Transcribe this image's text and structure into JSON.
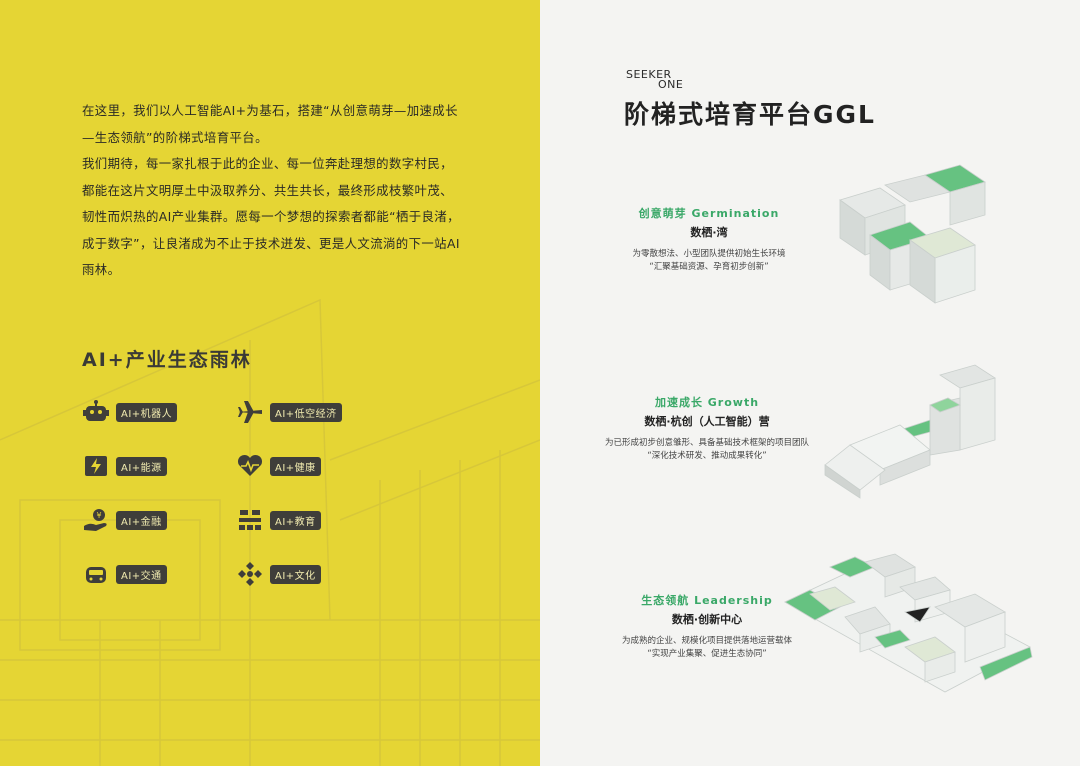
{
  "left": {
    "intro": [
      "在这里，我们以人工智能AI+为基石，搭建“从创意萌芽—加速成长—生态领航”的阶梯式培育平台。",
      "我们期待，每一家扎根于此的企业、每一位奔赴理想的数字村民，都能在这片文明厚土中汲取养分、共生共长，最终形成枝繁叶茂、韧性而炽热的AI产业集群。愿每一个梦想的探索者都能“栖于良渚，成于数字”，让良渚成为不止于技术迸发、更是人文流淌的下一站AI雨林。"
    ],
    "section_title": "AI+产业生态雨林",
    "industries": [
      {
        "label": "AI+机器人",
        "icon": "robot-icon"
      },
      {
        "label": "AI+低空经济",
        "icon": "airplane-icon"
      },
      {
        "label": "AI+能源",
        "icon": "energy-icon"
      },
      {
        "label": "AI+健康",
        "icon": "health-icon"
      },
      {
        "label": "AI+金融",
        "icon": "finance-icon"
      },
      {
        "label": "AI+教育",
        "icon": "education-icon"
      },
      {
        "label": "AI+交通",
        "icon": "car-icon"
      },
      {
        "label": "AI+文化",
        "icon": "culture-icon"
      }
    ],
    "colors": {
      "background": "#e5d534",
      "pill": "#3f3e3a"
    }
  },
  "right": {
    "brand_top": "SEEKER",
    "brand_bottom": "ONE",
    "title": "阶梯式培育平台GGL",
    "stages": [
      {
        "title": "创意萌芽 Germination",
        "subtitle": "数栖·湾",
        "desc1": "为零散想法、小型团队提供初始生长环境",
        "desc2": "“汇聚基础资源、孕育初步创新”"
      },
      {
        "title": "加速成长  Growth",
        "subtitle": "数栖·杭创（人工智能）营",
        "desc1": "为已形成初步创意雏形、具备基础技术框架的项目团队",
        "desc2": "“深化技术研发、推动成果转化”"
      },
      {
        "title": "生态领航 Leadership",
        "subtitle": "数栖·创新中心",
        "desc1": "为成熟的企业、规模化项目提供落地运营载体",
        "desc2": "“实现产业集聚、促进生态协同”"
      }
    ],
    "colors": {
      "accent": "#3aa868",
      "background": "#f4f4f2"
    }
  }
}
